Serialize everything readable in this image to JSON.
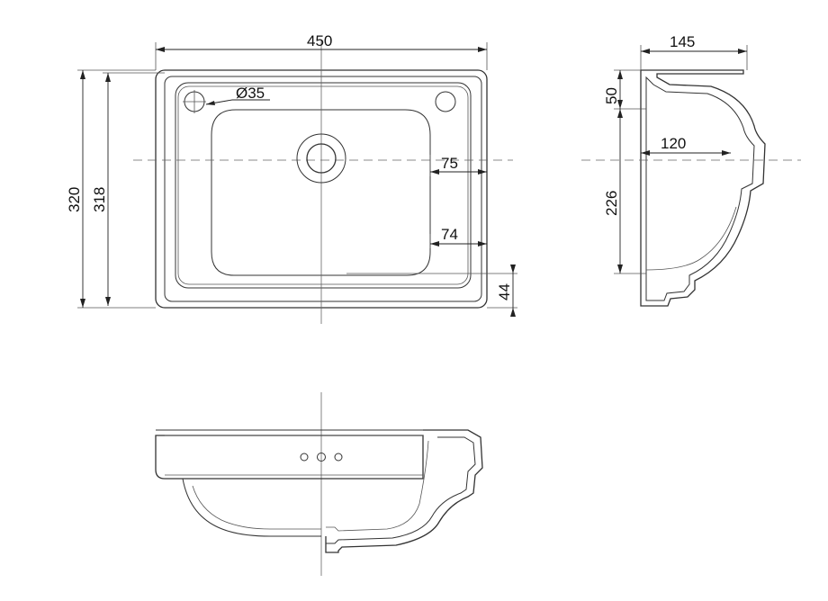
{
  "dimensions": {
    "top_width": "450",
    "outer_height": "320",
    "inner_height": "318",
    "hole_diameter": "Ø35",
    "offset_75": "75",
    "offset_74": "74",
    "depth_44": "44",
    "side_width": "145",
    "side_rim": "50",
    "side_depth": "226",
    "side_bowl": "120"
  }
}
